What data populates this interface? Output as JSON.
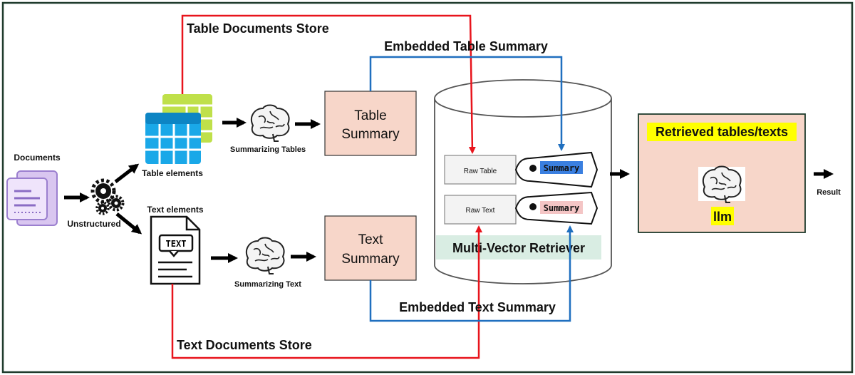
{
  "labels": {
    "documents": "Documents",
    "unstructured": "Unstructured",
    "table_elements": "Table elements",
    "text_elements": "Text elements",
    "summarizing_tables": "Summarizing Tables",
    "summarizing_text": "Summarizing Text",
    "table_summary_line1": "Table",
    "table_summary_line2": "Summary",
    "text_summary_line1": "Text",
    "text_summary_line2": "Summary",
    "table_documents_store": "Table Documents Store",
    "text_documents_store": "Text Documents Store",
    "embedded_table_summary": "Embedded Table Summary",
    "embedded_text_summary": "Embedded Text Summary",
    "raw_table": "Raw Table",
    "raw_text": "Raw Text",
    "summary_tag_1": "Summary",
    "summary_tag_2": "Summary",
    "multi_vector_retriever": "Multi-Vector Retriever",
    "retrieved": "Retrieved tables/texts",
    "llm": "llm",
    "result": "Result",
    "text_icon": "TEXT"
  },
  "colors": {
    "store_line": "#e8141c",
    "embed_line": "#1f6fbf",
    "summary_box": "#f7d6c9",
    "retriever_band": "#d9ede3",
    "highlight": "#ffff00",
    "tag_blue": "#3a7fe0",
    "tag_pink": "#f4c5c5",
    "frame": "#1f3b2c"
  },
  "icons": [
    "document-icon",
    "gears-icon",
    "table-icon",
    "text-file-icon",
    "brain-icon"
  ]
}
